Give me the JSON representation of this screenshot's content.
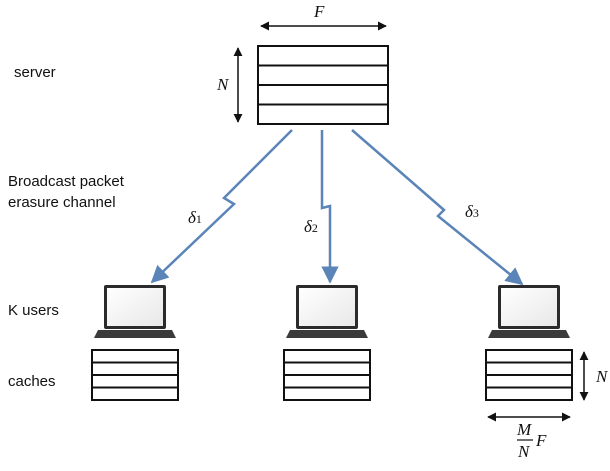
{
  "labels": {
    "server": "server",
    "channel_line1": "Broadcast packet",
    "channel_line2": "erasure channel",
    "users": "K users",
    "caches": "caches"
  },
  "server": {
    "width_symbol": "F",
    "height_symbol": "N"
  },
  "links": [
    {
      "symbol": "δ",
      "subscript": "1"
    },
    {
      "symbol": "δ",
      "subscript": "2"
    },
    {
      "symbol": "δ",
      "subscript": "3"
    }
  ],
  "cache_dims": {
    "height_symbol": "N",
    "width_num": "M",
    "width_den": "N",
    "width_var": "F"
  },
  "colors": {
    "arrow": "#5b84b8",
    "block_stroke": "#111111",
    "laptop_body": "#3a3a3a"
  }
}
